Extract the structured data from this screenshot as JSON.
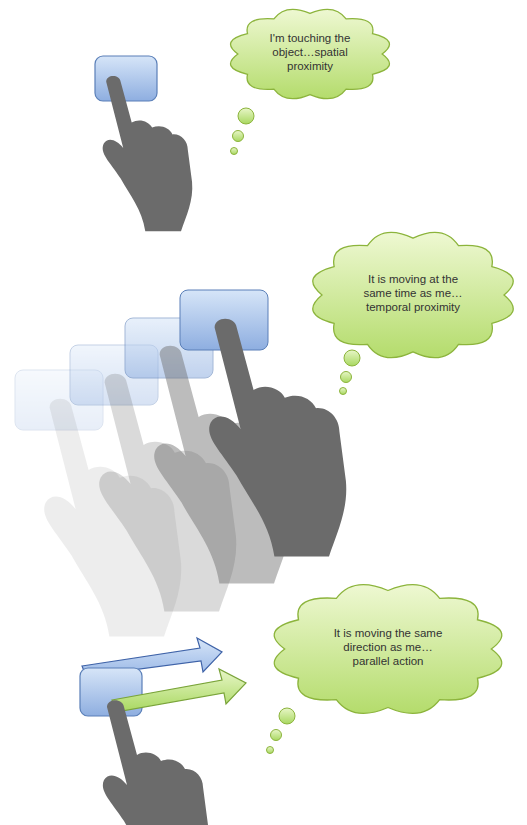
{
  "diagram": {
    "nodes": [
      {
        "text": [
          "I'm touching the object…spatial proximity"
        ]
      },
      {
        "text": [
          "It is moving at the same time as me…temporal proximity"
        ]
      },
      {
        "text": [
          "It is moving the same direction as me…parallel action"
        ]
      }
    ]
  }
}
